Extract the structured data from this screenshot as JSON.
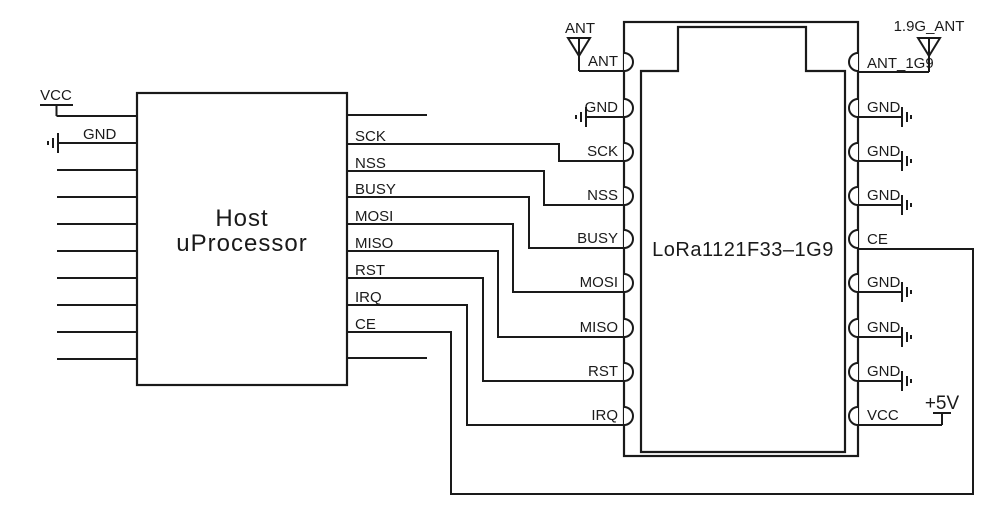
{
  "diagram": {
    "title": "Host uProcessor to LoRa1121F33-1G9 wiring schematic",
    "colors": {
      "background": "#ffffff",
      "line": "#1a1a1a"
    },
    "host": {
      "title_line1": "Host",
      "title_line2": "uProcessor",
      "left_pins": {
        "vcc": "VCC",
        "gnd": "GND"
      },
      "right_pins": [
        "SCK",
        "NSS",
        "BUSY",
        "MOSI",
        "MISO",
        "RST",
        "IRQ",
        "CE"
      ]
    },
    "module": {
      "name": "LoRa1121F33–1G9",
      "left_pins": [
        "ANT",
        "GND",
        "SCK",
        "NSS",
        "BUSY",
        "MOSI",
        "MISO",
        "RST",
        "IRQ"
      ],
      "right_pins": [
        "ANT_1G9",
        "GND",
        "GND",
        "GND",
        "CE",
        "GND",
        "GND",
        "GND",
        "VCC"
      ],
      "power_label": "+5V"
    },
    "antennas": {
      "left_label": "ANT",
      "right_label": "1.9G_ANT"
    }
  }
}
